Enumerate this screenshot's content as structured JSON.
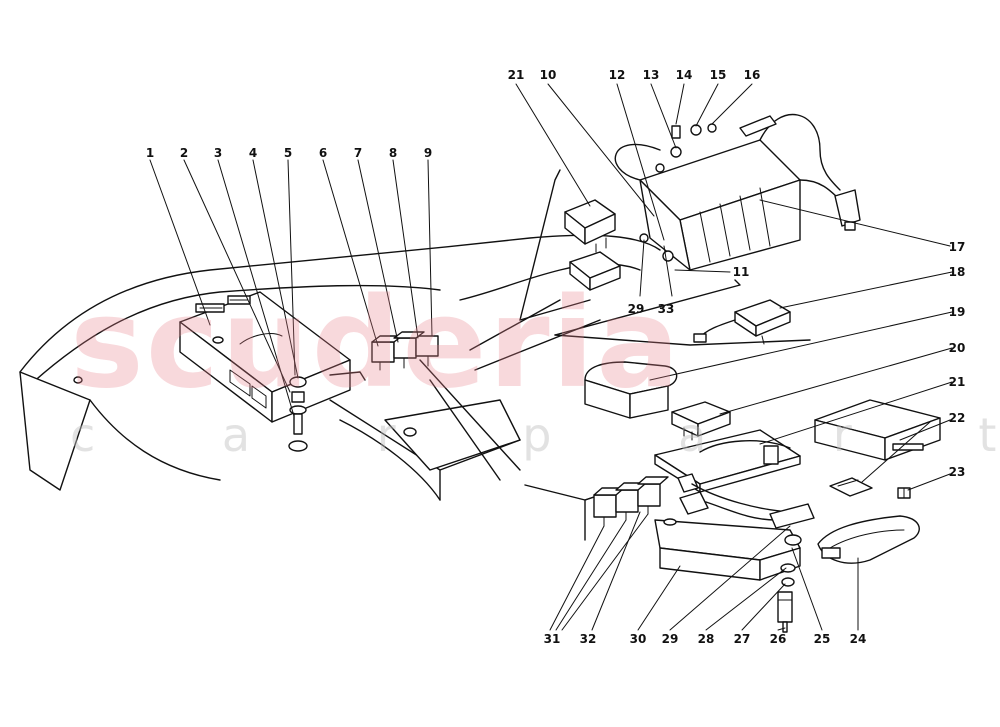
{
  "watermark": {
    "brand": "scuderia",
    "subtitle": "c a r   p a r t s"
  },
  "colors": {
    "watermark": "#e8808c",
    "line": "#111111",
    "background": "#ffffff"
  },
  "labels": [
    "1",
    "2",
    "3",
    "4",
    "5",
    "6",
    "7",
    "8",
    "9",
    "10",
    "11",
    "12",
    "13",
    "14",
    "15",
    "16",
    "17",
    "18",
    "19",
    "20",
    "21",
    "21",
    "22",
    "23",
    "24",
    "25",
    "26",
    "27",
    "28",
    "29",
    "29",
    "30",
    "31",
    "32",
    "33"
  ]
}
